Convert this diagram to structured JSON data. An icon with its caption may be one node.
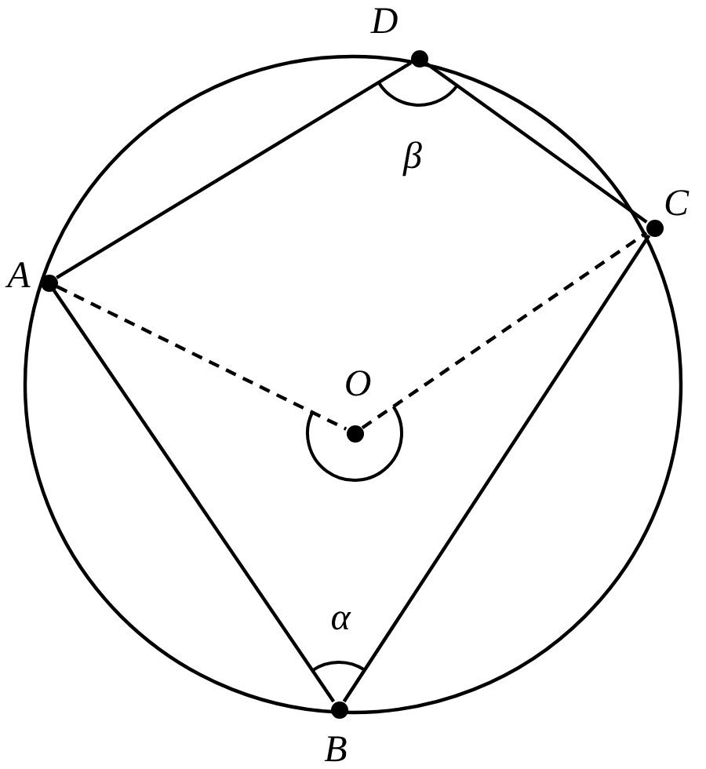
{
  "diagram": {
    "nodes": [
      {
        "text": [
          "D"
        ]
      },
      {
        "text": [
          "A"
        ]
      },
      {
        "text": [
          "C"
        ]
      },
      {
        "text": [
          "O"
        ]
      },
      {
        "text": [
          "B"
        ]
      }
    ],
    "edges": [
      {
        "from": 1,
        "to": 0,
        "arrow": "none"
      },
      {
        "from": 0,
        "to": 2,
        "arrow": "none"
      },
      {
        "from": 1,
        "to": 3,
        "arrow": "none",
        "style": "dashed"
      },
      {
        "from": 3,
        "to": 2,
        "arrow": "none",
        "style": "dashed"
      },
      {
        "from": 1,
        "to": 4,
        "arrow": "none"
      },
      {
        "from": 2,
        "to": 4,
        "arrow": "none"
      }
    ],
    "labels": [
      "β",
      "α"
    ]
  }
}
